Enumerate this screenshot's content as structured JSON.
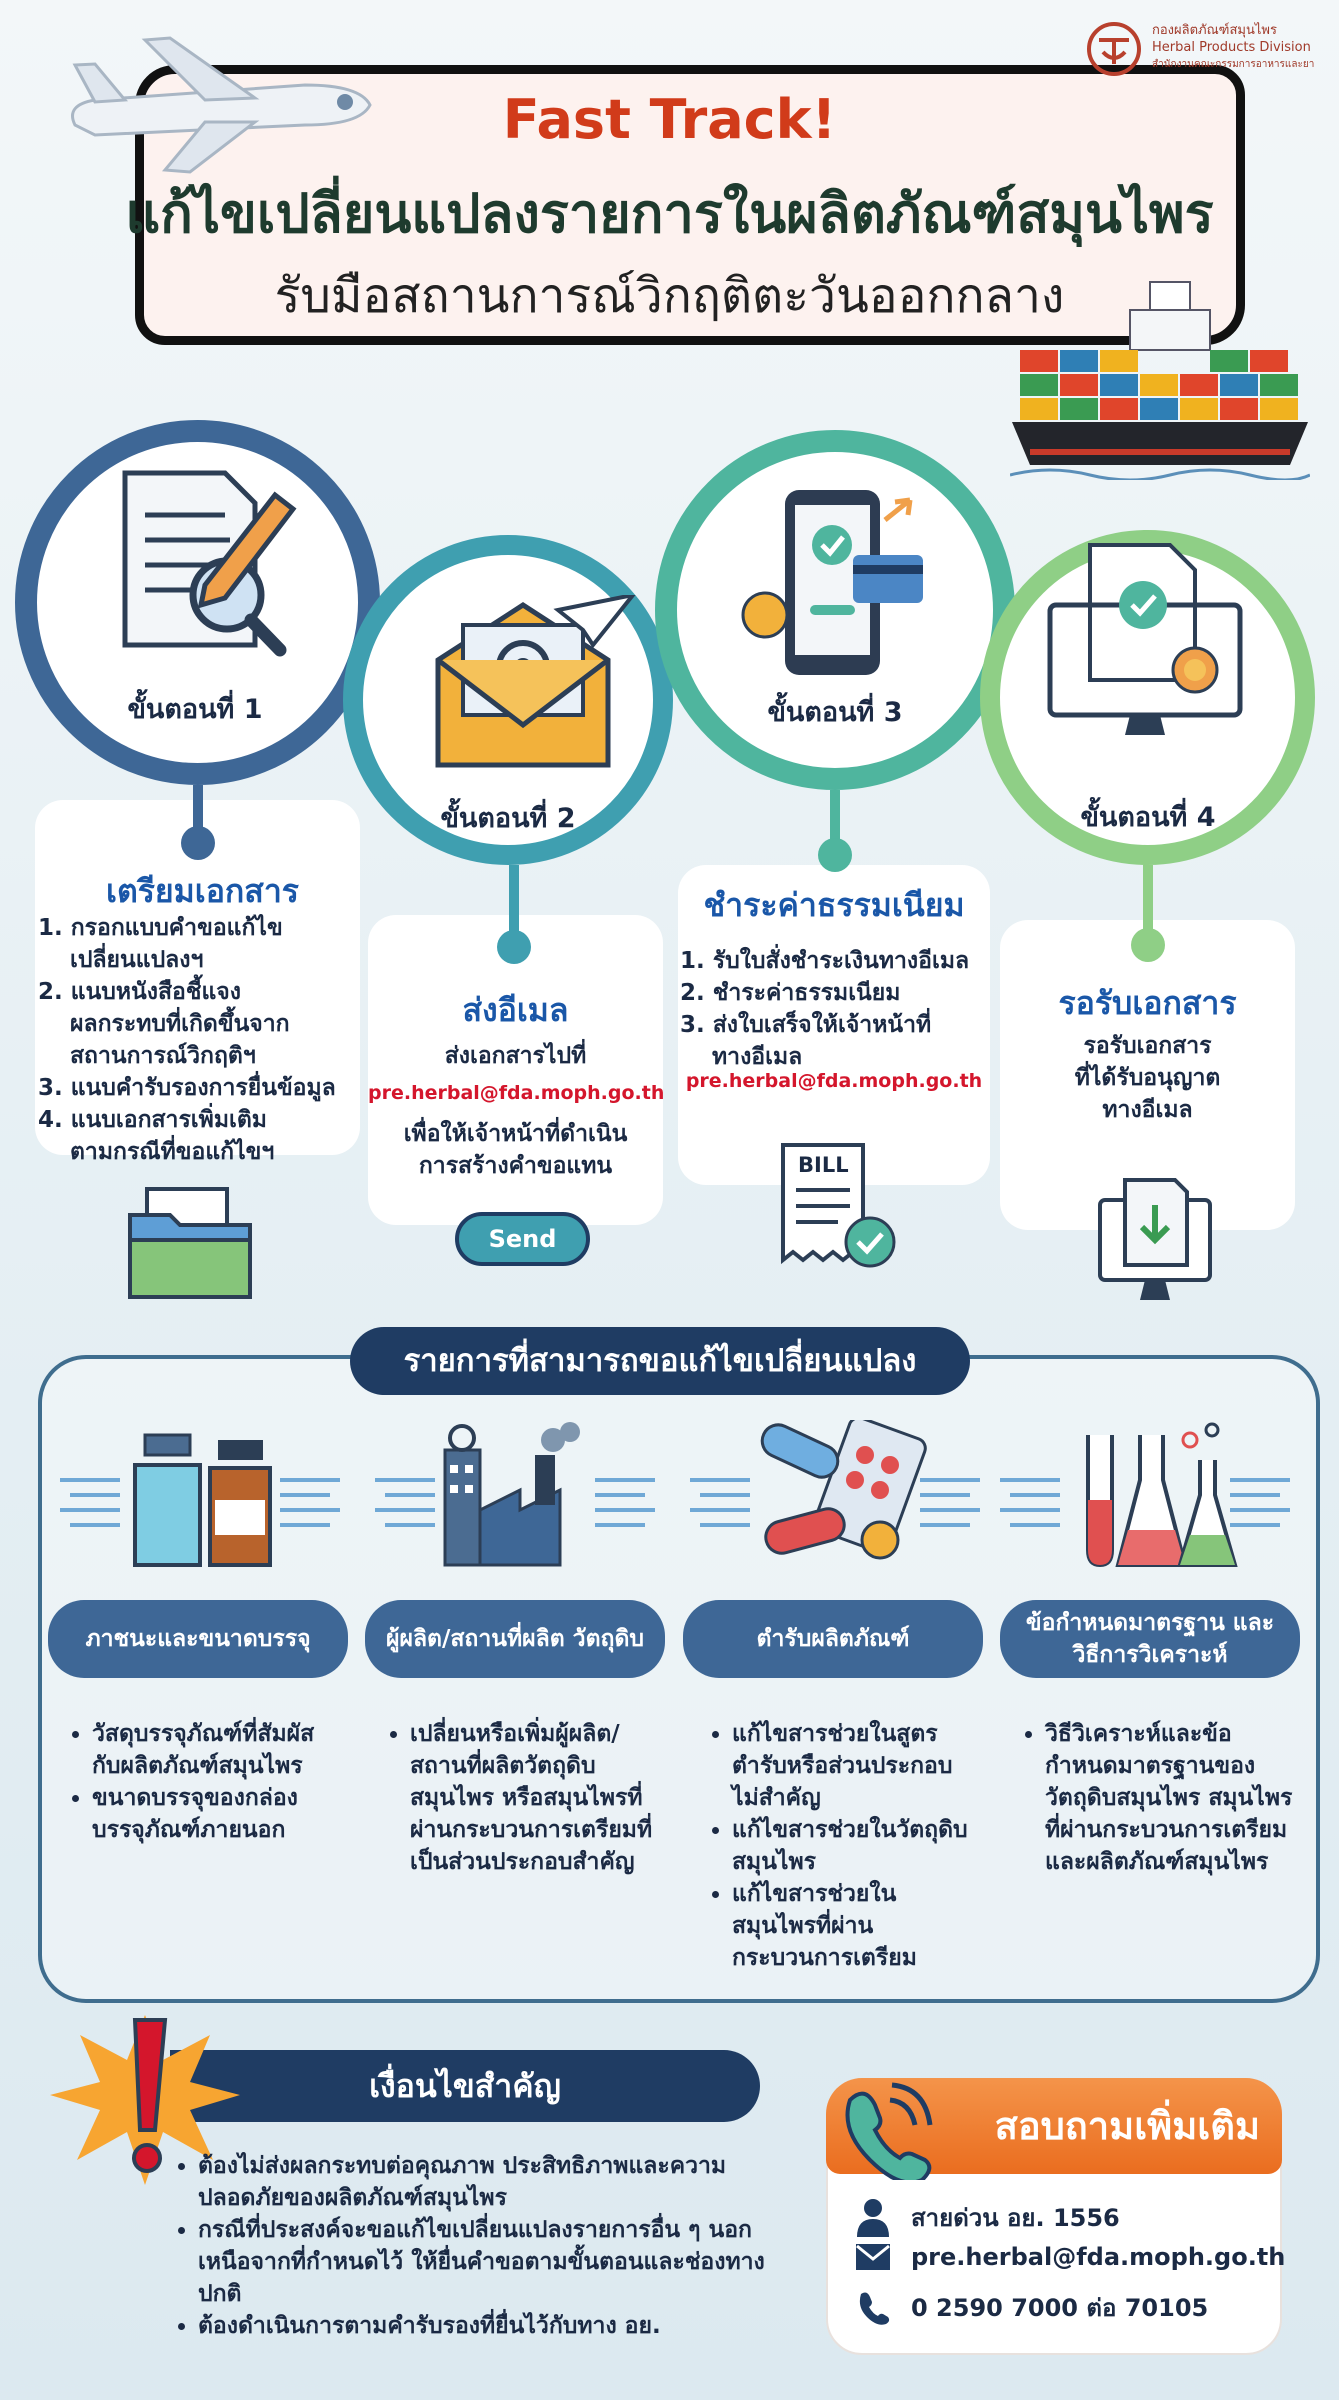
{
  "header": {
    "logo_th": "กองผลิตภัณฑ์สมุนไพร",
    "logo_en": "Herbal Products Division",
    "logo_sub": "สำนักงานคณะกรรมการอาหารและยา",
    "title_fast": "Fast Track!",
    "title_main": "แก้ไขเปลี่ยนแปลงรายการในผลิตภัณฑ์สมุนไพร",
    "title_sub": "รับมือสถานการณ์วิกฤติตะวันออกกลาง"
  },
  "steps": [
    {
      "label": "ขั้นตอนที่ 1",
      "title": "เตรียมเอกสาร",
      "items": [
        "1. กรอกแบบคำขอแก้ไข",
        "เปลี่ยนแปลงฯ",
        "2. แนบหนังสือชี้แจง",
        "ผลกระทบที่เกิดขึ้นจาก",
        "สถานการณ์วิกฤติฯ",
        "3. แนบคำรับรองการยื่นข้อมูล",
        "4. แนบเอกสารเพิ่มเติม",
        "ตามกรณีที่ขอแก้ไขฯ"
      ]
    },
    {
      "label": "ขั้นตอนที่ 2",
      "title": "ส่งอีเมล",
      "line1": "ส่งเอกสารไปที่",
      "email": "pre.herbal@fda.moph.go.th",
      "line2": "เพื่อให้เจ้าหน้าที่ดำเนิน",
      "line3": "การสร้างคำขอแทน",
      "button": "Send"
    },
    {
      "label": "ขั้นตอนที่ 3",
      "title": "ชำระค่าธรรมเนียม",
      "items": [
        "1. รับใบสั่งชำระเงินทางอีเมล",
        "2. ชำระค่าธรรมเนียม",
        "3. ส่งใบเสร็จให้เจ้าหน้าที่",
        "ทางอีเมล"
      ],
      "email": "pre.herbal@fda.moph.go.th",
      "bill": "BILL"
    },
    {
      "label": "ขั้นตอนที่ 4",
      "title": "รอรับเอกสาร",
      "line1": "รอรับเอกสาร",
      "line2": "ที่ได้รับอนุญาต",
      "line3": "ทางอีเมล"
    }
  ],
  "changes": {
    "title": "รายการที่สามารถขอแก้ไขเปลี่ยนแปลง",
    "cols": [
      {
        "pill": "ภาชนะและขนาดบรรจุ",
        "bullets": [
          "วัสดุบรรจุภัณฑ์ที่สัมผัสกับผลิตภัณฑ์สมุนไพร",
          "ขนาดบรรจุของกล่องบรรจุภัณฑ์ภายนอก"
        ]
      },
      {
        "pill": "ผู้ผลิต/สถานที่ผลิต วัตถุดิบ",
        "bullets": [
          "เปลี่ยนหรือเพิ่มผู้ผลิต/สถานที่ผลิตวัตถุดิบสมุนไพร หรือสมุนไพรที่ผ่านกระบวนการเตรียมที่เป็นส่วนประกอบสำคัญ"
        ]
      },
      {
        "pill": "ตำรับผลิตภัณฑ์",
        "bullets": [
          "แก้ไขสารช่วยในสูตรตำรับหรือส่วนประกอบไม่สำคัญ",
          "แก้ไขสารช่วยในวัตถุดิบสมุนไพร",
          "แก้ไขสารช่วยในสมุนไพรที่ผ่านกระบวนการเตรียม"
        ]
      },
      {
        "pill": "ข้อกำหนดมาตรฐาน และวิธีการวิเคราะห์",
        "bullets": [
          "วิธีวิเคราะห์และข้อกำหนดมาตรฐานของวัตถุดิบสมุนไพร สมุนไพรที่ผ่านกระบวนการเตรียมและผลิตภัณฑ์สมุนไพร"
        ]
      }
    ]
  },
  "conditions": {
    "title": "เงื่อนไขสำคัญ",
    "items": [
      "ต้องไม่ส่งผลกระทบต่อคุณภาพ ประสิทธิภาพและความปลอดภัยของผลิตภัณฑ์สมุนไพร",
      "กรณีที่ประสงค์จะขอแก้ไขเปลี่ยนแปลงรายการอื่น ๆ นอกเหนือจากที่กำหนดไว้ ให้ยื่นคำขอตามขั้นตอนและช่องทางปกติ",
      "ต้องดำเนินการตามคำรับรองที่ยื่นไว้กับทาง อย."
    ]
  },
  "contact": {
    "title": "สอบถามเพิ่มเติม",
    "hotline": "สายด่วน อย. 1556",
    "email": "pre.herbal@fda.moph.go.th",
    "phone": "0 2590 7000 ต่อ 70105"
  },
  "colors": {
    "accent_red": "#d13b1a",
    "navy": "#1f3c63",
    "blue_text": "#1a57a8",
    "pill_blue": "#3e6796",
    "orange": "#ea6d1f"
  }
}
